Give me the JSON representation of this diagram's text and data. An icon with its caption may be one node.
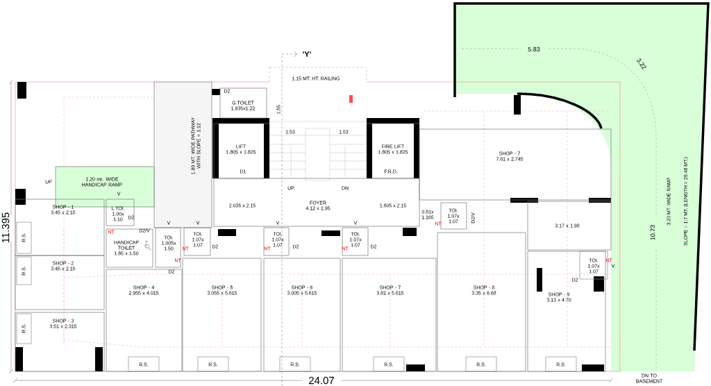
{
  "diagram": {
    "nodes": [
      {
        "text": [
          "G.TOILET",
          "1.935x1.22"
        ]
      },
      {
        "text": [
          "LIFT",
          "1.805 x 1.825"
        ]
      },
      {
        "text": [
          "FIRE LIFT",
          "1.805 x 1.825"
        ]
      },
      {
        "text": [
          "SHOP - 7",
          "7.61 x 2.745"
        ]
      },
      {
        "text": [
          "1.80 MT. WIDE PATHWAY WITH SLOPE = 1:12"
        ]
      },
      {
        "text": [
          "1.20 mt. WIDE HANDICAP RAMP"
        ],
        "beside": [
          "UP"
        ]
      },
      {
        "text": [
          "FOYER",
          "4.12 x 1.95"
        ]
      },
      {
        "text": [
          "SHOP - 1",
          "3.45 x 2.15"
        ]
      },
      {
        "text": [
          "L.TOI.",
          "1.00x 1.10"
        ]
      },
      {
        "text": [
          "HANDICAP TOILET",
          "1.85 x 1.50"
        ]
      },
      {
        "text": [
          "TOI.",
          "1.005x 1.50"
        ],
        "beside": [
          "D2"
        ]
      },
      {
        "text": [
          "TOI.",
          "1.07x 1.07"
        ],
        "beside": [
          "D2"
        ]
      },
      {
        "text": [
          "TOI.",
          "1.07x 1.07"
        ],
        "beside": [
          "D2"
        ]
      },
      {
        "text": [
          "TOI.",
          "1.07x 1.07"
        ],
        "beside": [
          "D2"
        ]
      },
      {
        "text": [
          "TOI.",
          "1.07x 1.07"
        ]
      },
      {
        "text": [
          "3.17 x 1.98"
        ]
      },
      {
        "text": [
          "SHOP - 2",
          "3.45 x 2.15"
        ]
      },
      {
        "text": [
          "SHOP - 3",
          "3.51 x 2.315"
        ]
      },
      {
        "text": [
          "SHOP - 4",
          "2.955 x 4.015"
        ]
      },
      {
        "text": [
          "SHOP - 5",
          "3.055 x 5.615"
        ]
      },
      {
        "text": [
          "SHOP - 6",
          "3.005 x 5.615"
        ]
      },
      {
        "text": [
          "SHOP - 7",
          "3.81 x 5.615"
        ]
      },
      {
        "text": [
          "SHOP - 8",
          "3.35 x 6.68"
        ]
      },
      {
        "text": [
          "SHOP - 9",
          "3.13 x 4.70"
        ]
      },
      {
        "text": [
          "TOI.",
          "1.07x 1.07"
        ],
        "in": 23,
        "beside": [
          "D2"
        ]
      },
      {
        "text": [
          "3.20 MT. WIDE RAMP",
          "SLOPE :- 1:7 MT. (LENGTH = 29.48 MT.)"
        ]
      },
      {
        "text": [
          "R.S."
        ],
        "in": 7
      },
      {
        "text": [
          "R.S."
        ],
        "in": 16
      },
      {
        "text": [
          "R.S."
        ],
        "in": 17
      },
      {
        "text": [
          "R.S."
        ],
        "in": 18
      },
      {
        "text": [
          "R.S."
        ],
        "in": 19
      },
      {
        "text": [
          "R.S."
        ],
        "in": 20
      },
      {
        "text": [
          "R.S."
        ],
        "in": 21
      },
      {
        "text": [
          "R.S."
        ],
        "in": 22
      },
      {
        "text": [
          "R.S."
        ],
        "in": 23
      }
    ],
    "labels": [
      "'Y'",
      "1.15 MT. HT. RAILING",
      "D2",
      "1.55",
      "1.53",
      "1.53",
      "5.83",
      "3.22",
      "D1",
      "F.R.D.",
      "UP",
      "DN",
      "V",
      "2.035 x 2.15",
      "1.805 x 2.15",
      "D2",
      "0.81x 1.165",
      "V",
      "V",
      "V",
      "V",
      "D2/V",
      "NT",
      "D2/V",
      "NT",
      "NT",
      "NT",
      "NT",
      "NT",
      "10.73",
      "NT",
      "V",
      "11.395",
      "24.07",
      "DN TO BASEMENT"
    ]
  }
}
